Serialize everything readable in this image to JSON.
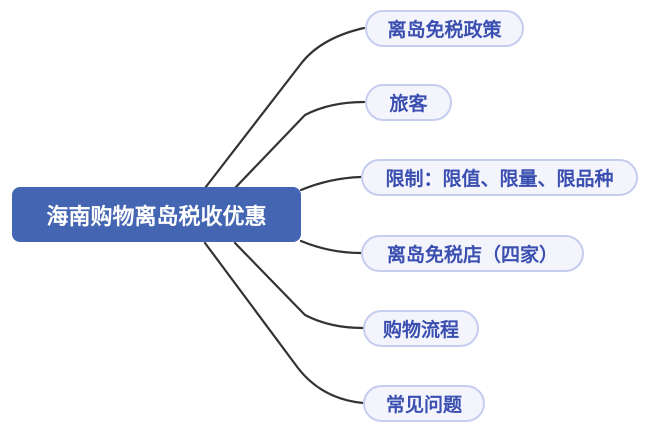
{
  "mindmap": {
    "root": {
      "label": "海南购物离岛税收优惠"
    },
    "branches": [
      {
        "label": "离岛免税政策"
      },
      {
        "label": "旅客"
      },
      {
        "label": "限制：限值、限量、限品种"
      },
      {
        "label": "离岛免税店（四家）"
      },
      {
        "label": "购物流程"
      },
      {
        "label": "常见问题"
      }
    ],
    "colors": {
      "root_bg": "#4365b2",
      "root_text": "#ffffff",
      "branch_bg": "#f3f4fc",
      "branch_border": "#c5cdf0",
      "branch_text": "#3b4fb0",
      "connector": "#333333",
      "canvas_bg": "#ffffff"
    }
  }
}
